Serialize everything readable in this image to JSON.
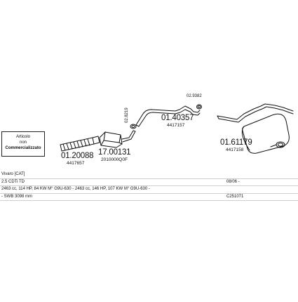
{
  "note": {
    "line1": "Articolo",
    "line2": "non",
    "line3": "Commercializzato"
  },
  "parts": {
    "flex_pipe": {
      "code": "01.20088",
      "oem": "4417657"
    },
    "catalyst": {
      "code": "17.00131",
      "oem": "2010000Q0F"
    },
    "clamp_a": {
      "code": "02.8219"
    },
    "middle_pipe": {
      "code": "01.40357",
      "oem": "4417157"
    },
    "clamp_b": {
      "code": "02.9382"
    },
    "rear_silencer": {
      "code": "01.61179",
      "oem": "4417158"
    }
  },
  "info": {
    "row1_left": "Vivaro  [CAT]",
    "row2_left": "2.5 CDTi TD",
    "row2_right": "08/06 -",
    "row3_left": "2463 cc, 114 HP, 84 KW M° G9U-630 - 2463 cc, 146 HP, 107 KW M° G9U-630 -",
    "row4_left": "- SWB 3098 mm",
    "row4_right": "C251071"
  },
  "colors": {
    "line": "#111111",
    "divider": "#cfcfcf"
  }
}
